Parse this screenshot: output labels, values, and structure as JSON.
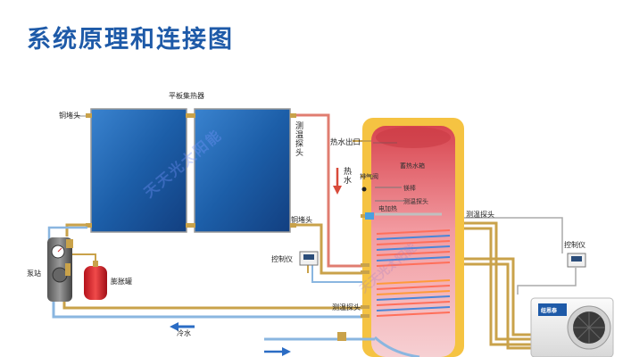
{
  "title": "系统原理和连接图",
  "labels": {
    "collector": "平板集热器",
    "copper_cap_left": "铜堵头",
    "temp_probe_top": "测温探头",
    "copper_cap_right": "铜堵头",
    "hot_water_outlet": "热水出口",
    "hot_water": "热水",
    "storage_tank": "蓄热水箱",
    "vent_valve": "排气阀",
    "magnesium_rod": "镁棒",
    "temp_probe_tank": "测温探头",
    "electric_heater": "电加热",
    "temp_probe_right": "测温探头",
    "controller_left": "控制仪",
    "controller_right": "控制仪",
    "pump_station": "泵站",
    "expansion_tank": "膨胀罐",
    "temp_probe_bottom": "测温探头",
    "cold_water": "冷水",
    "watermark": "天天光太阳能",
    "brand": "纽恩泰"
  },
  "colors": {
    "title": "#1e5aa8",
    "collector": "#1c5ea8",
    "tank_outer": "#f5c342",
    "tank_inner": "#e86a72",
    "pipe_hot": "#e07d70",
    "pipe_gold": "#c9a24a",
    "pipe_cold": "#8ab6e0",
    "arrow_blue": "#2b6cc4",
    "arrow_red": "#d84a3a"
  }
}
